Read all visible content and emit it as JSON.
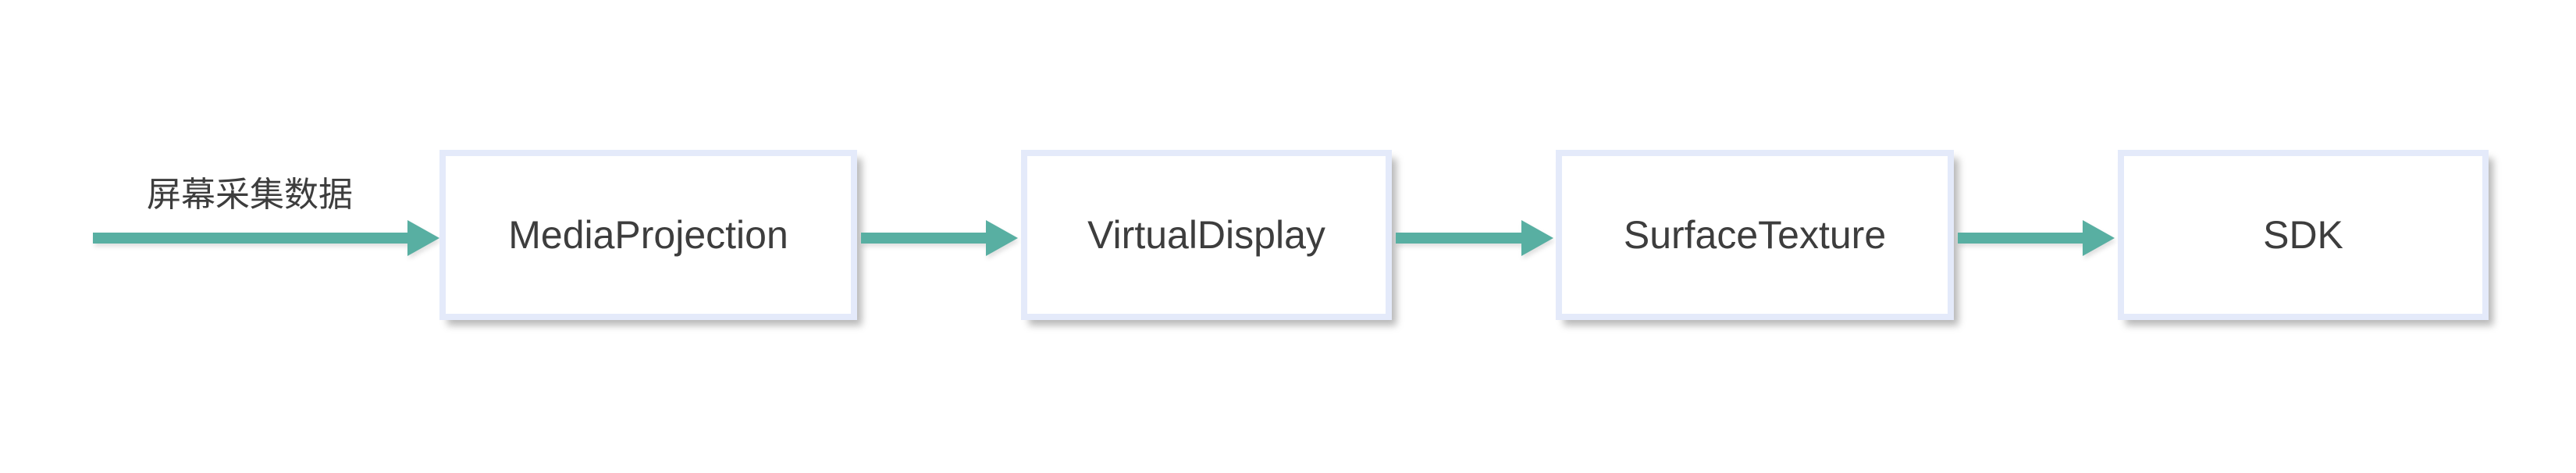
{
  "diagram": {
    "source_label": "屏幕采集数据",
    "nodes": [
      {
        "id": "mediaprojection",
        "label": "MediaProjection"
      },
      {
        "id": "virtualdisplay",
        "label": "VirtualDisplay"
      },
      {
        "id": "surfacetexture",
        "label": "SurfaceTexture"
      },
      {
        "id": "sdk",
        "label": "SDK"
      }
    ],
    "edges": [
      {
        "from": "screen-capture-source",
        "to": "mediaprojection",
        "label": "屏幕采集数据"
      },
      {
        "from": "mediaprojection",
        "to": "virtualdisplay",
        "label": ""
      },
      {
        "from": "virtualdisplay",
        "to": "surfacetexture",
        "label": ""
      },
      {
        "from": "surfacetexture",
        "to": "sdk",
        "label": ""
      }
    ]
  },
  "theme": {
    "accent_teal": "#58afa2",
    "box_border": "#e4eafa",
    "box_fill": "#ffffff",
    "text_color": "#3d3d3d",
    "background": "#ffffff"
  }
}
